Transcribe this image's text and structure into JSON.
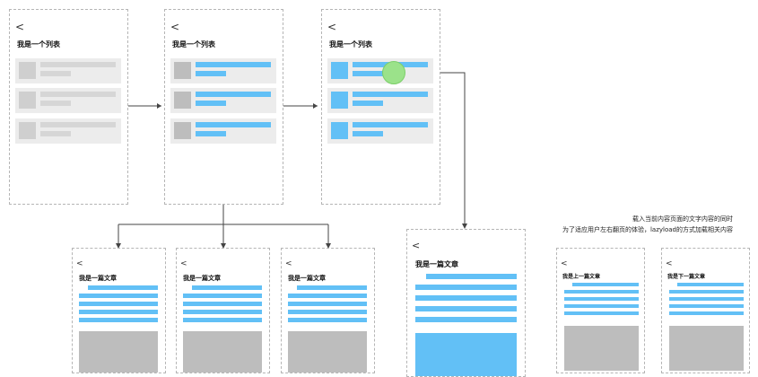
{
  "colors": {
    "accent": "#62c0f6",
    "gray_thumb": "#bdbdbd",
    "gray_bar": "#d6d6d6",
    "item_bg": "#ececec",
    "touch_dot": "#9be28a",
    "image_block": "#bdbdbd"
  },
  "icons": {
    "back": "chevron-left-icon"
  },
  "back_glyph": "<",
  "list_title": "我是一个列表",
  "article_title": "我是一篇文章",
  "prev_article_title": "我是上一篇文章",
  "next_article_title": "我是下一篇文章",
  "note": {
    "line1": "载入当前内容页面的文字内容的同时",
    "line2": "为了适应用户左右翻页的体验，lazyload的方式加载相关内容"
  }
}
